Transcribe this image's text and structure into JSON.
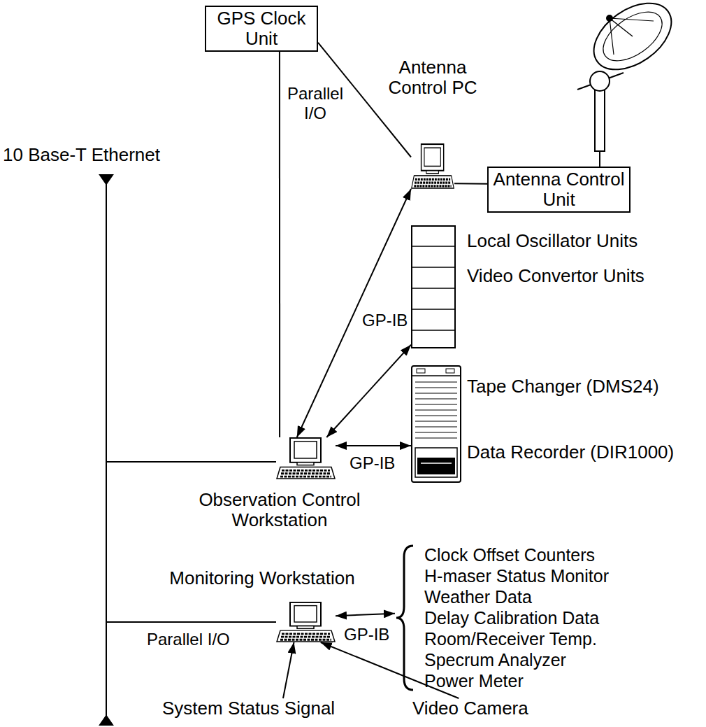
{
  "diagram": {
    "nodes": [
      {
        "text": [
          "GPS Clock Unit"
        ]
      },
      {
        "text": [
          "Antenna Control PC"
        ]
      },
      {
        "text": [
          "Antenna Control Unit"
        ]
      },
      {
        "text": [
          "Local Oscillator Units",
          "Video Convertor Units"
        ]
      },
      {
        "text": [
          "Observation Control Workstation"
        ]
      },
      {
        "text": [
          "Tape Changer (DMS24)",
          "Data Recorder (DIR1000)"
        ]
      },
      {
        "text": [
          "Monitoring Workstation"
        ]
      },
      {
        "text": [
          "Clock Offset Counters",
          "H-maser Status Monitor",
          "Weather Data",
          "Delay Calibration Data",
          "Room/Receiver Temp.",
          "Specrum Analyzer",
          "Power Meter"
        ]
      },
      {
        "text": [
          "System Status Signal"
        ]
      },
      {
        "text": [
          "Video Camera"
        ]
      }
    ],
    "edges": [
      {
        "from": 0,
        "to": 1,
        "arrow": "none"
      },
      {
        "from": 0,
        "to": 4,
        "arrow": "none"
      },
      {
        "from": 1,
        "to": 2,
        "arrow": "none"
      },
      {
        "from": 4,
        "to": 1,
        "arrow": "both"
      },
      {
        "from": 4,
        "to": 3,
        "arrow": "both"
      },
      {
        "from": 4,
        "to": 5,
        "arrow": "both"
      },
      {
        "from": 6,
        "to": 7,
        "arrow": "both"
      },
      {
        "from": 8,
        "to": 6,
        "arrow": "to"
      },
      {
        "from": 9,
        "to": 6,
        "arrow": "to"
      }
    ],
    "labels": [
      "10 Base-T Ethernet",
      "Parallel I/O",
      "GP-IB",
      "GP-IB",
      "GP-IB",
      "Parallel I/O"
    ]
  }
}
